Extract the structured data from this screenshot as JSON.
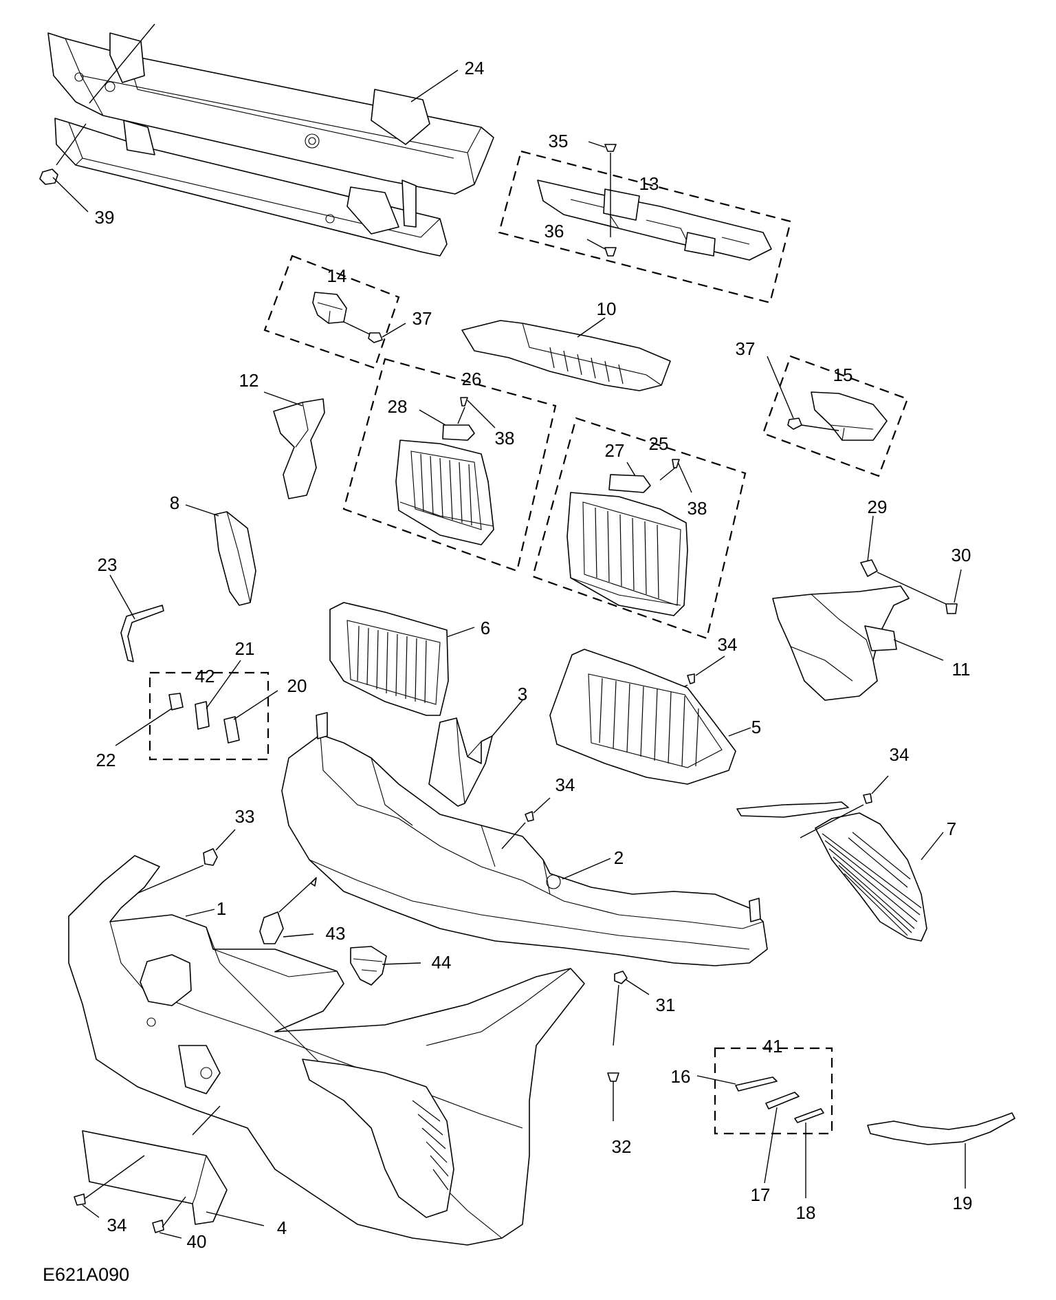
{
  "drawing_id": "E621A090",
  "callouts": [
    "1",
    "2",
    "3",
    "4",
    "5",
    "6",
    "7",
    "8",
    "10",
    "11",
    "12",
    "13",
    "14",
    "15",
    "16",
    "17",
    "18",
    "19",
    "20",
    "21",
    "22",
    "23",
    "24",
    "25",
    "26",
    "27",
    "28",
    "29",
    "30",
    "31",
    "32",
    "33",
    "34",
    "35",
    "36",
    "37",
    "38",
    "39",
    "40",
    "41",
    "42",
    "43",
    "44"
  ],
  "labels": [
    {
      "id": "24",
      "text": "24"
    },
    {
      "id": "39",
      "text": "39"
    },
    {
      "id": "35",
      "text": "35"
    },
    {
      "id": "13",
      "text": "13"
    },
    {
      "id": "36",
      "text": "36"
    },
    {
      "id": "14",
      "text": "14"
    },
    {
      "id": "37a",
      "text": "37"
    },
    {
      "id": "10",
      "text": "10"
    },
    {
      "id": "37b",
      "text": "37"
    },
    {
      "id": "15",
      "text": "15"
    },
    {
      "id": "12",
      "text": "12"
    },
    {
      "id": "26",
      "text": "26"
    },
    {
      "id": "28",
      "text": "28"
    },
    {
      "id": "38a",
      "text": "38"
    },
    {
      "id": "27",
      "text": "27"
    },
    {
      "id": "25",
      "text": "25"
    },
    {
      "id": "38b",
      "text": "38"
    },
    {
      "id": "8",
      "text": "8"
    },
    {
      "id": "29",
      "text": "29"
    },
    {
      "id": "30",
      "text": "30"
    },
    {
      "id": "23",
      "text": "23"
    },
    {
      "id": "6",
      "text": "6"
    },
    {
      "id": "11",
      "text": "11"
    },
    {
      "id": "34a",
      "text": "34"
    },
    {
      "id": "21",
      "text": "21"
    },
    {
      "id": "42",
      "text": "42"
    },
    {
      "id": "20",
      "text": "20"
    },
    {
      "id": "3",
      "text": "3"
    },
    {
      "id": "22",
      "text": "22"
    },
    {
      "id": "5",
      "text": "5"
    },
    {
      "id": "34b",
      "text": "34"
    },
    {
      "id": "34c",
      "text": "34"
    },
    {
      "id": "33",
      "text": "33"
    },
    {
      "id": "7",
      "text": "7"
    },
    {
      "id": "2",
      "text": "2"
    },
    {
      "id": "1",
      "text": "1"
    },
    {
      "id": "43",
      "text": "43"
    },
    {
      "id": "44",
      "text": "44"
    },
    {
      "id": "31",
      "text": "31"
    },
    {
      "id": "41",
      "text": "41"
    },
    {
      "id": "16",
      "text": "16"
    },
    {
      "id": "32",
      "text": "32"
    },
    {
      "id": "17",
      "text": "17"
    },
    {
      "id": "18",
      "text": "18"
    },
    {
      "id": "19",
      "text": "19"
    },
    {
      "id": "34d",
      "text": "34"
    },
    {
      "id": "4",
      "text": "4"
    },
    {
      "id": "40",
      "text": "40"
    }
  ]
}
